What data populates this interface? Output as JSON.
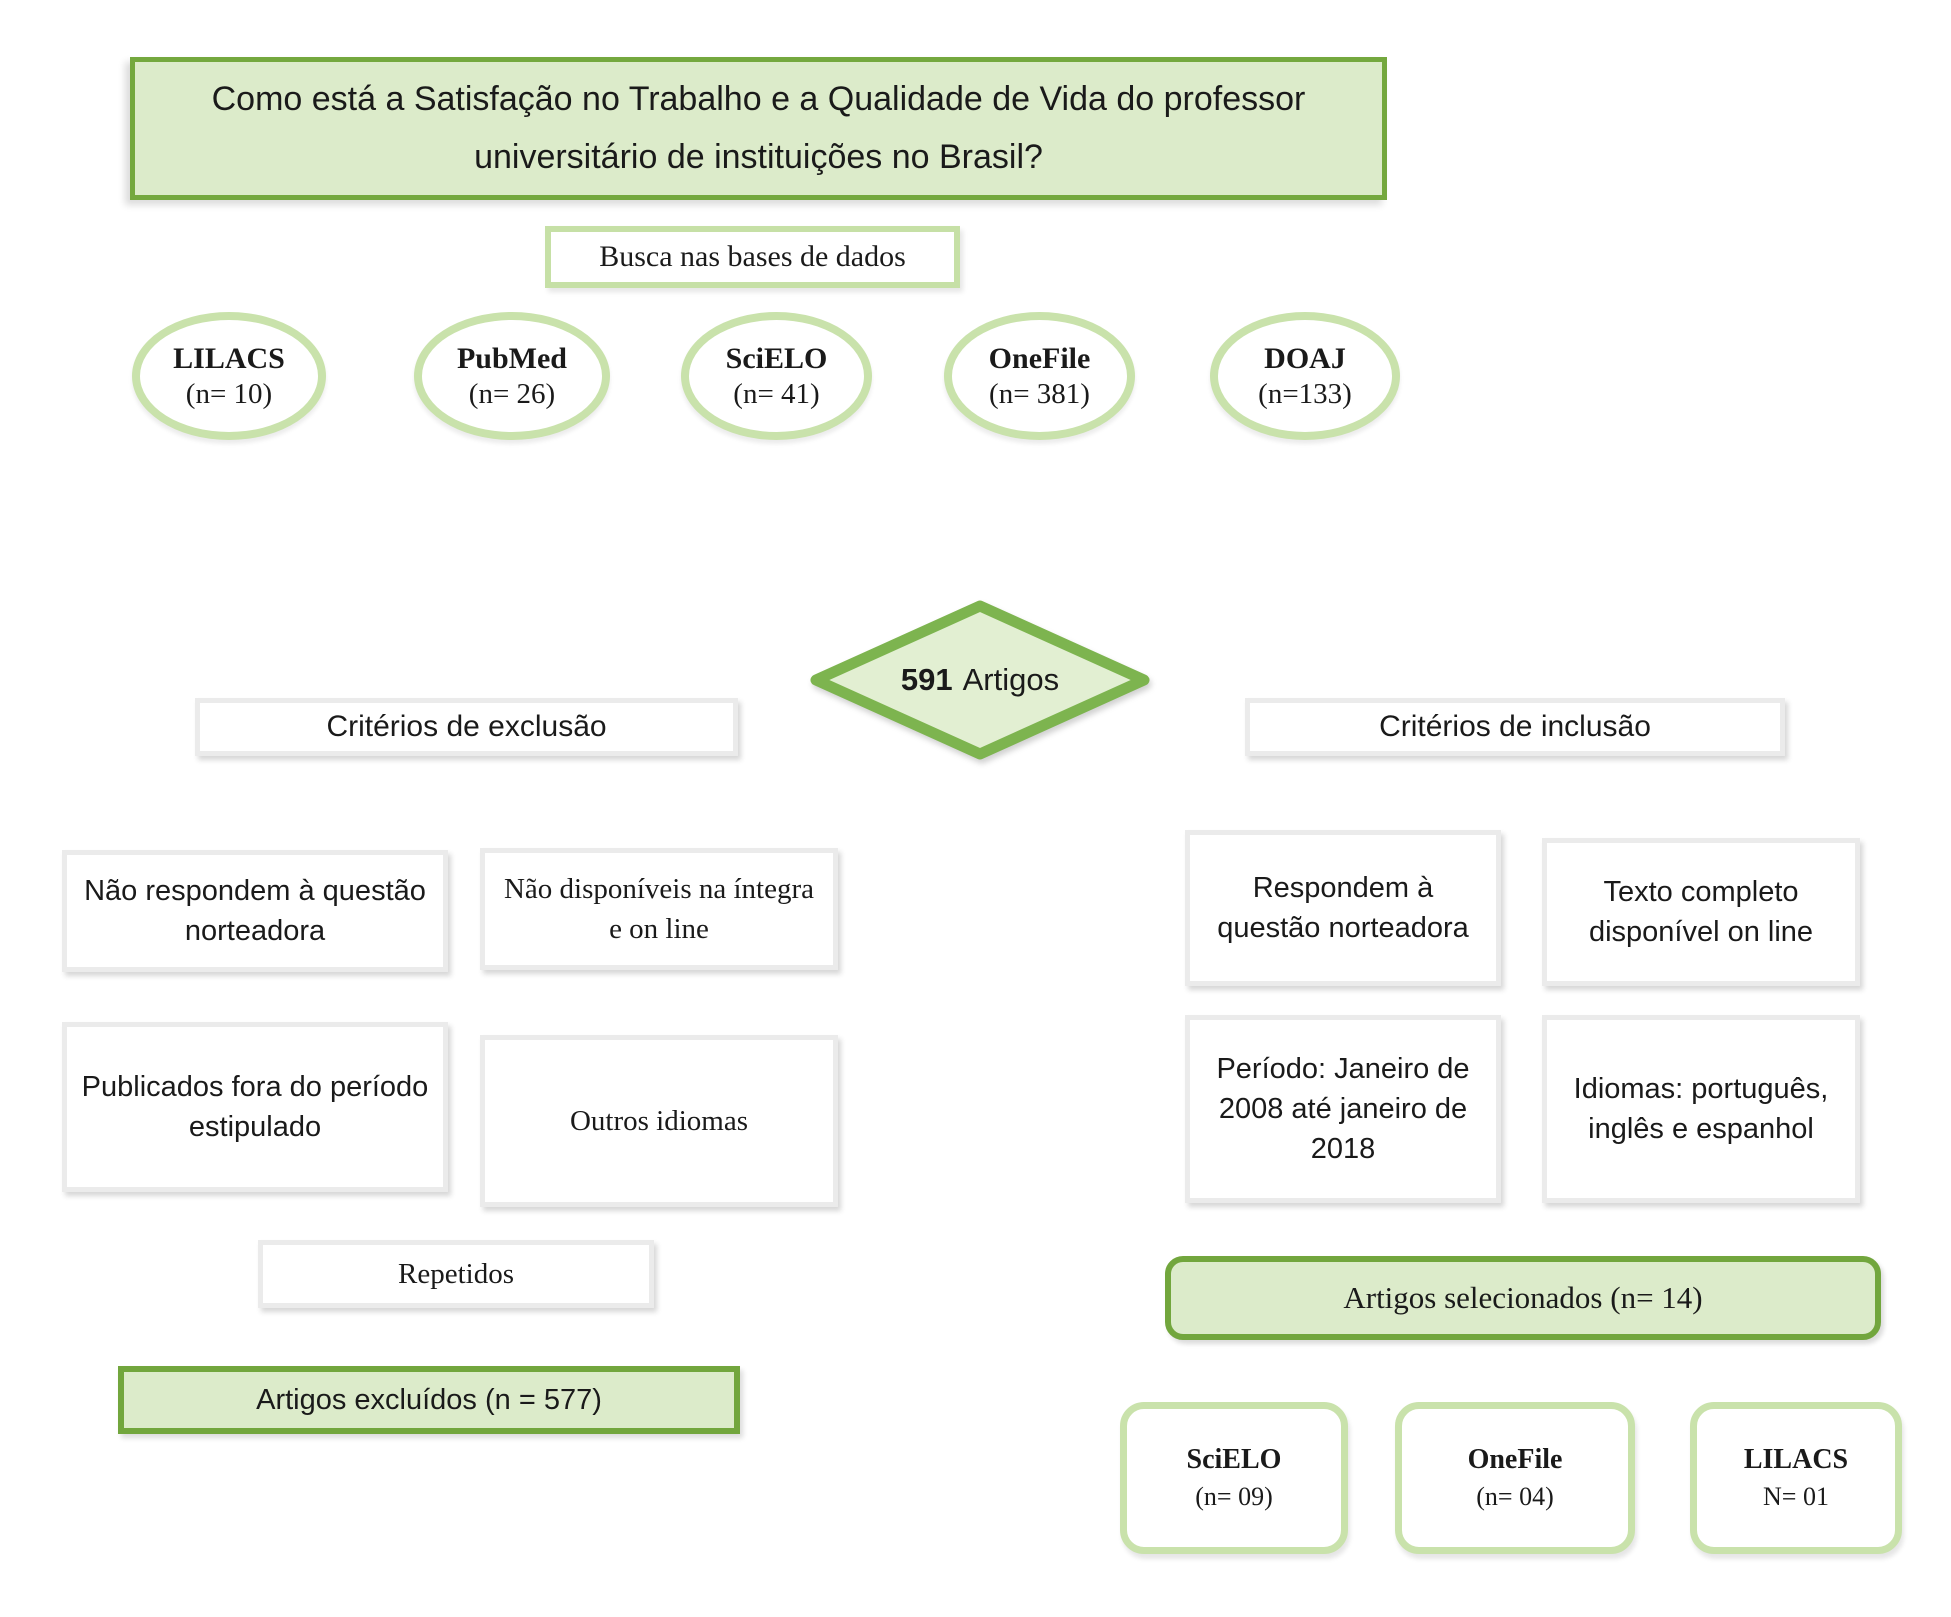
{
  "title": "Como está a Satisfação no Trabalho e a Qualidade de Vida do professor universitário de instituições no Brasil?",
  "search_header": "Busca nas bases de dados",
  "databases": [
    {
      "name": "LILACS",
      "count": "(n= 10)"
    },
    {
      "name": "PubMed",
      "count": "(n= 26)"
    },
    {
      "name": "SciELO",
      "count": "(n= 41)"
    },
    {
      "name": "OneFile",
      "count": "(n= 381)"
    },
    {
      "name": "DOAJ",
      "count": "(n=133)"
    }
  ],
  "total_articles": {
    "number": "591",
    "label": "Artigos"
  },
  "exclusion": {
    "header": "Critérios de exclusão",
    "criteria": [
      "Não respondem à questão norteadora",
      "Não disponíveis na íntegra e on line",
      "Publicados fora do período estipulado",
      "Outros idiomas",
      "Repetidos"
    ],
    "result": "Artigos excluídos (n = 577)"
  },
  "inclusion": {
    "header": "Critérios de inclusão",
    "criteria": [
      "Respondem à questão norteadora",
      "Texto completo disponível on line",
      "Período: Janeiro de 2008 até janeiro de 2018",
      "Idiomas: português, inglês e espanhol"
    ],
    "result": "Artigos selecionados (n= 14)",
    "selected_by_source": [
      {
        "name": "SciELO",
        "count": "(n= 09)"
      },
      {
        "name": "OneFile",
        "count": "(n= 04)"
      },
      {
        "name": "LILACS",
        "count": "N= 01"
      }
    ]
  },
  "colors": {
    "dark_green_border": "#74a83e",
    "light_green_fill": "#dcebca",
    "pale_green_border": "#c9e2ab",
    "diamond_border": "#7db44f",
    "diamond_fill": "#e2efd2"
  }
}
